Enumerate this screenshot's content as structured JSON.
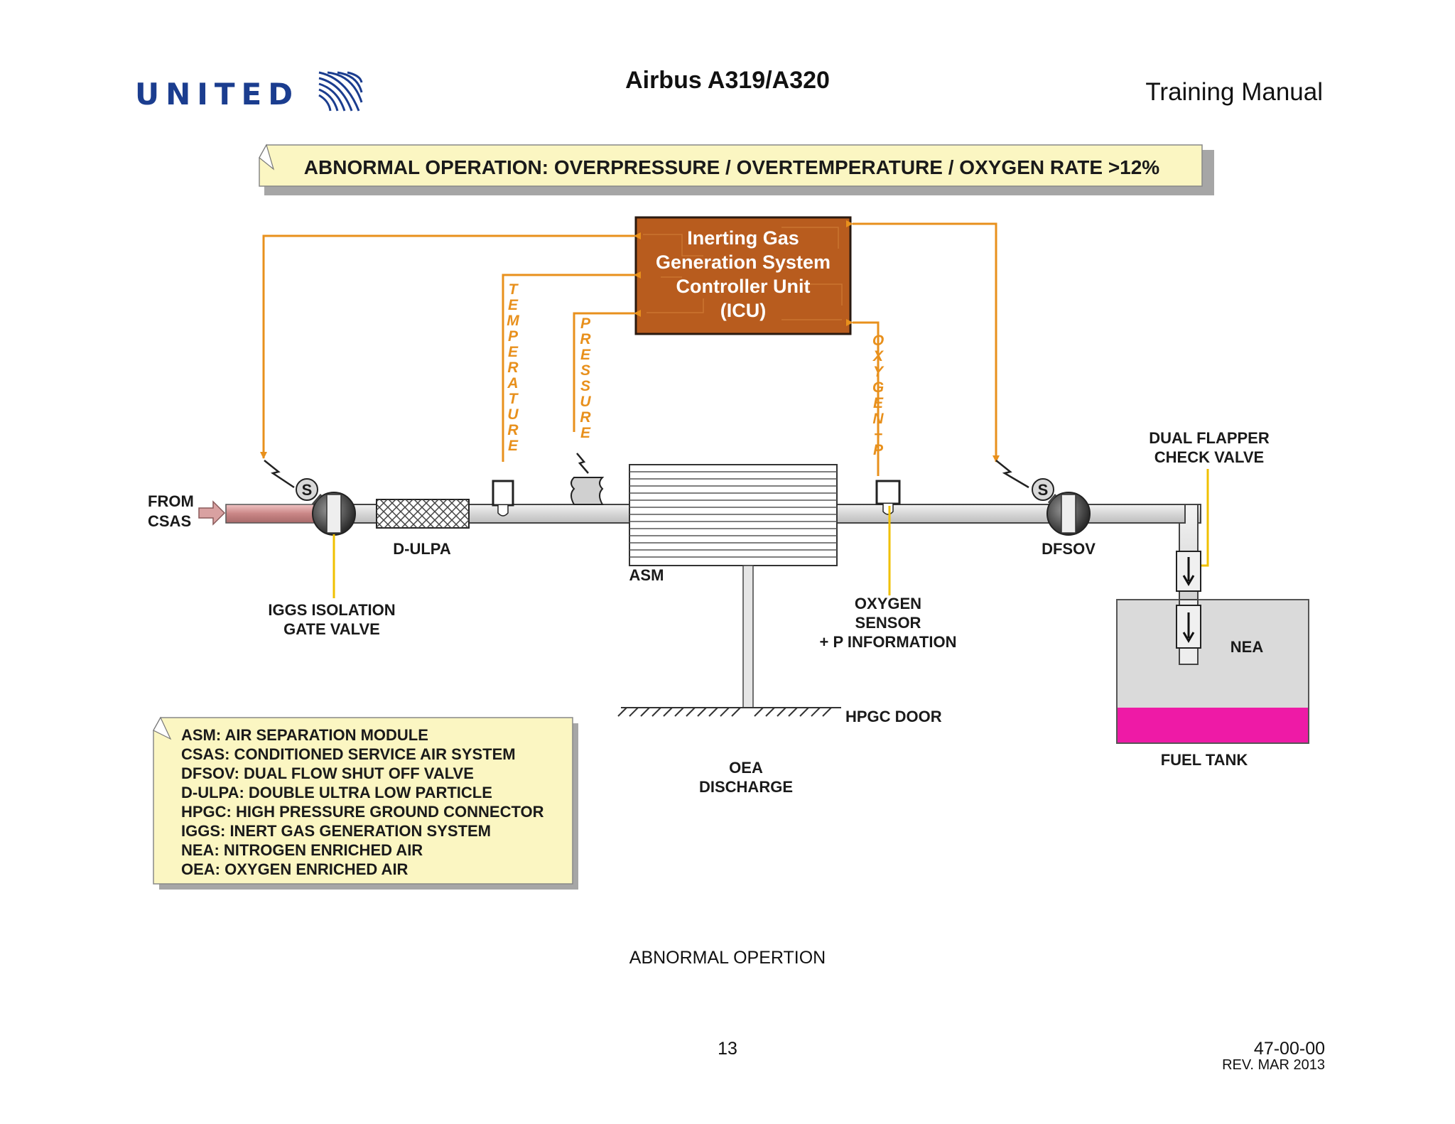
{
  "header": {
    "logo_text": "UNITED",
    "title": "Airbus A319/A320",
    "doc_type": "Training Manual"
  },
  "diagram": {
    "banner": "ABNORMAL OPERATION: OVERPRESSURE / OVERTEMPERATURE / OXYGEN RATE >12%",
    "icu": {
      "line1": "Inerting Gas",
      "line2": "Generation System",
      "line3": "Controller Unit",
      "line4": "(ICU)"
    },
    "signals": {
      "temperature": [
        "T",
        "E",
        "M",
        "P",
        "E",
        "R",
        "A",
        "T",
        "U",
        "R",
        "E"
      ],
      "pressure": [
        "P",
        "R",
        "E",
        "S",
        "S",
        "U",
        "R",
        "E"
      ],
      "oxygen": [
        "O",
        "X",
        "Y",
        "G",
        "E",
        "N",
        "+",
        "P"
      ]
    },
    "labels": {
      "from_csas_1": "FROM",
      "from_csas_2": "CSAS",
      "solenoid": "S",
      "d_ulpa": "D-ULPA",
      "asm": "ASM",
      "iggs_valve_1": "IGGS ISOLATION",
      "iggs_valve_2": "GATE VALVE",
      "oxygen_sensor_1": "OXYGEN",
      "oxygen_sensor_2": "SENSOR",
      "oxygen_sensor_3": "+ P INFORMATION",
      "dfsov": "DFSOV",
      "check_valve_1": "DUAL FLAPPER",
      "check_valve_2": "CHECK VALVE",
      "nea": "NEA",
      "fuel_tank": "FUEL TANK",
      "hpgc_door": "HPGC DOOR",
      "oea_1": "OEA",
      "oea_2": "DISCHARGE"
    },
    "legend": [
      "ASM: AIR SEPARATION MODULE",
      "CSAS: CONDITIONED SERVICE AIR SYSTEM",
      "DFSOV: DUAL FLOW SHUT OFF VALVE",
      "D-ULPA: DOUBLE ULTRA LOW PARTICLE",
      "HPGC: HIGH PRESSURE GROUND CONNECTOR",
      "IGGS: INERT GAS GENERATION SYSTEM",
      "NEA: NITROGEN ENRICHED AIR",
      "OEA: OXYGEN ENRICHED AIR"
    ],
    "colors": {
      "signal": "#e8901c",
      "leader": "#f0c000",
      "icu_box": "#b85c1e",
      "fuel": "#ee1aa6",
      "callout": "#fbf6c2"
    }
  },
  "footer": {
    "caption": "ABNORMAL OPERTION",
    "page_number": "13",
    "chapter": "47-00-00",
    "revision": "REV. MAR 2013"
  }
}
